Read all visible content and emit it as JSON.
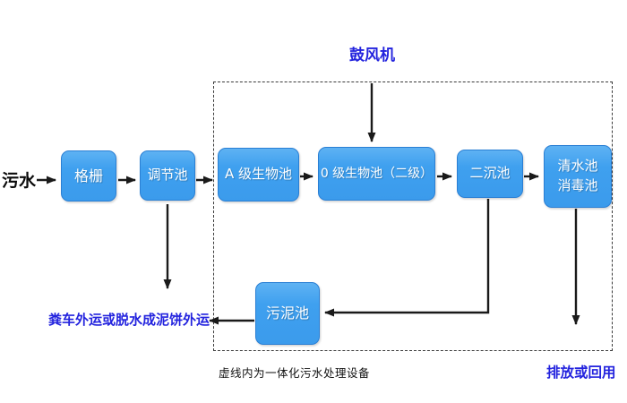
{
  "flowchart": {
    "description": "Integrated wastewater treatment equipment process flow diagram",
    "influent_label": "污水",
    "nodes": {
      "grid": "格栅",
      "regulating_tank": "调节池",
      "a_bio_tank": "A 级生物池",
      "o_bio_tank": "0 级生物池（二级）",
      "secondary_sedimentation_tank": "二沉池",
      "clean_water_tank_line1": "清水池",
      "clean_water_tank_line2": "消毒池",
      "sludge_tank": "污泥池"
    },
    "external_labels": {
      "blower": "鼓风机",
      "sludge_disposal": "粪车外运或脱水成泥饼外运",
      "discharge": "排放或回用",
      "boundary_note": "虚线内为一体化污水处理设备"
    },
    "edges": [
      {
        "from": "污水",
        "to": "格栅"
      },
      {
        "from": "格栅",
        "to": "调节池"
      },
      {
        "from": "调节池",
        "to": "A 级生物池"
      },
      {
        "from": "A 级生物池",
        "to": "0 级生物池（二级）"
      },
      {
        "from": "0 级生物池（二级）",
        "to": "二沉池"
      },
      {
        "from": "二沉池",
        "to": "清水池/消毒池"
      },
      {
        "from": "鼓风机",
        "to": "0 级生物池（二级）"
      },
      {
        "from": "调节池",
        "to": "粪车外运或脱水成泥饼外运"
      },
      {
        "from": "二沉池",
        "to": "污泥池"
      },
      {
        "from": "污泥池",
        "to": "粪车外运或脱水成泥饼外运"
      },
      {
        "from": "清水池/消毒池",
        "to": "排放或回用"
      }
    ],
    "colors": {
      "node_fill": "#3fa0ef",
      "node_border": "#2a7fd4",
      "node_text": "#ffffff",
      "accent_text": "#2323de",
      "line": "#1a1a1a",
      "boundary_border": "#3a3a3a",
      "background": "#ffffff"
    }
  }
}
